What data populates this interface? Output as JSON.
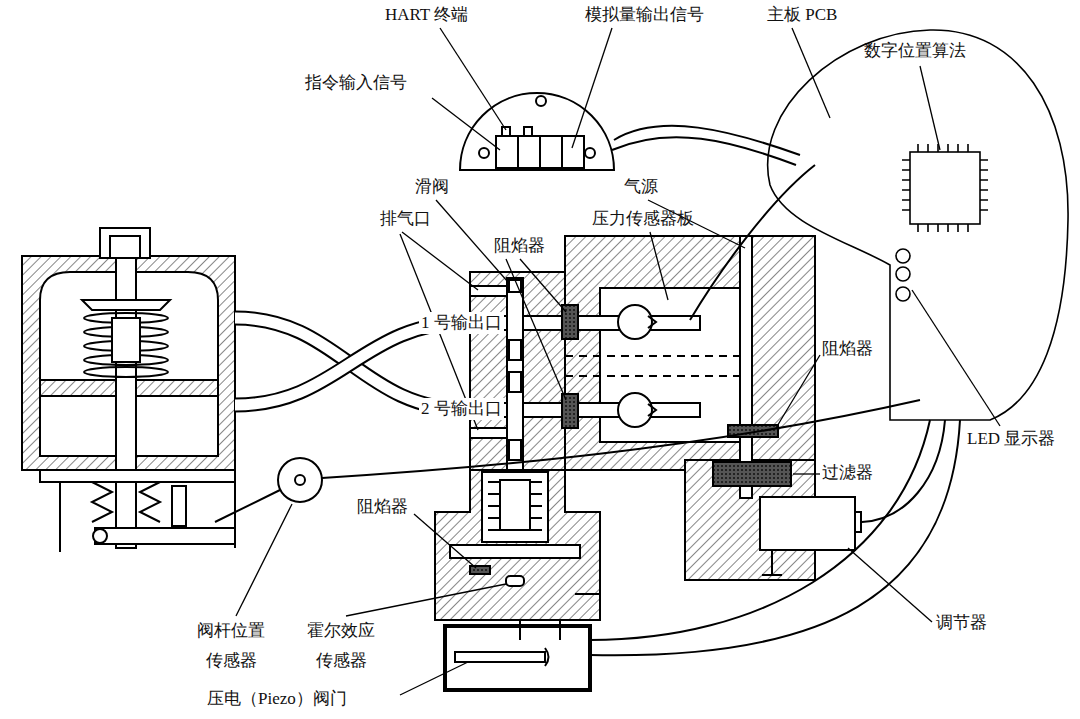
{
  "diagram": {
    "labels": [
      "HART 终端",
      "模拟量输出信号",
      "主板 PCB",
      "数字位置算法",
      "指令输入信号",
      "滑阀",
      "气源",
      "排气口",
      "压力传感器板",
      "阻焰器",
      "1 号输出口",
      "阻焰器",
      "2 号输出口",
      "LED 显示器",
      "过滤器",
      "阻焰器",
      "调节器",
      "阀杆位置 传感器",
      "霍尔效应 传感器",
      "压电（Piezo）阀门"
    ]
  }
}
